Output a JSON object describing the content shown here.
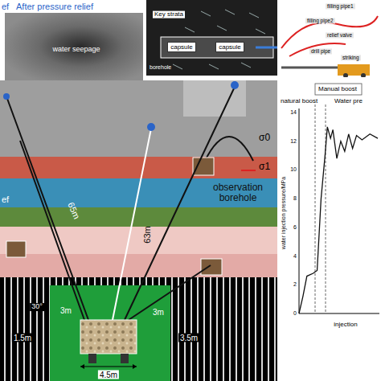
{
  "diagram": {
    "nodes": [
      {
        "text": [
          "capsule"
        ]
      },
      {
        "text": [
          "capsule"
        ]
      }
    ],
    "labels": [
      "ef",
      "After pressure relief",
      "water seepage",
      "Key strata",
      "borehole",
      "filling pipe1",
      "filling pipe2",
      "relief valve",
      "drill pipe",
      "striking",
      "65m",
      "63m",
      "observation borehole",
      "σ0",
      "σ1",
      "ef",
      "3m",
      "3m",
      "30°",
      "1.5m",
      "3.5m",
      "4.5m",
      "Manual boost",
      "natural boost",
      "Water pre",
      "water injection pressure/MPa",
      "injection",
      "0",
      "2",
      "4",
      "6",
      "8",
      "10",
      "12",
      "14"
    ]
  }
}
